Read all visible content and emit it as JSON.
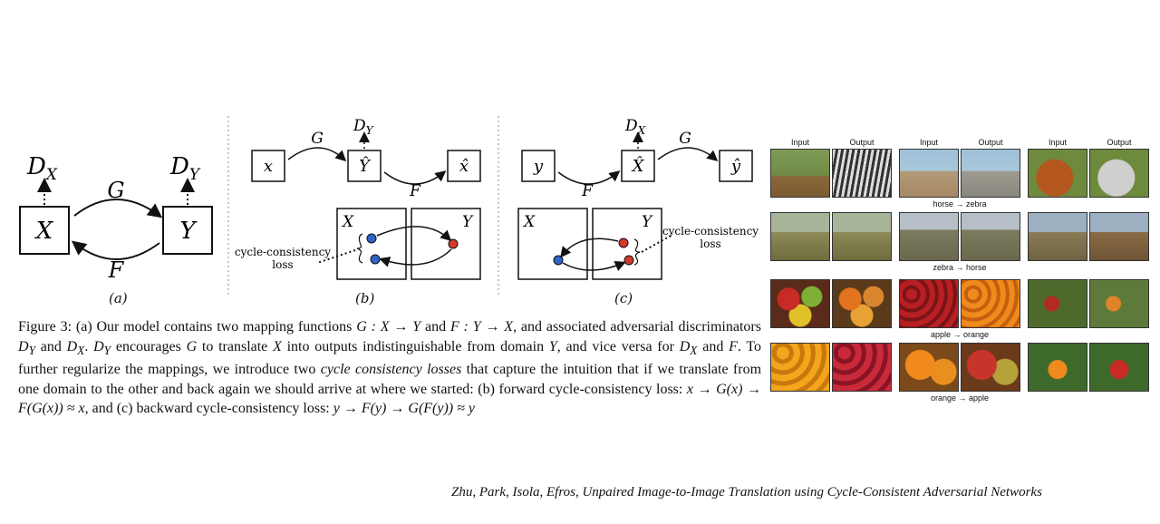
{
  "diagram": {
    "panel_a": {
      "label": "(a)",
      "node_x": "X",
      "node_y": "Y",
      "edge_g": "G",
      "edge_f": "F",
      "disc_x": "D",
      "disc_x_sub": "X",
      "disc_y": "D",
      "disc_y_sub": "Y"
    },
    "panel_b": {
      "label": "(b)",
      "node_x": "x",
      "node_yhat": "Ŷ",
      "node_xhat": "x̂",
      "edge_g": "G",
      "edge_f": "F",
      "disc": "D",
      "disc_sub": "Y",
      "box_x": "X",
      "box_y": "Y",
      "loss": "cycle-consistency",
      "loss2": "loss"
    },
    "panel_c": {
      "label": "(c)",
      "node_y": "y",
      "node_xhat": "X̂",
      "node_yhat": "ŷ",
      "edge_g": "G",
      "edge_f": "F",
      "disc": "D",
      "disc_sub": "X",
      "box_x": "X",
      "box_y": "Y",
      "loss": "cycle-consistency",
      "loss2": "loss"
    }
  },
  "caption": {
    "t1": "Figure 3: (a) Our model contains two mapping functions ",
    "m1": "G : X → Y",
    "t2": " and ",
    "m2": "F : Y → X",
    "t3": ", and associated adversarial discriminators ",
    "m3": "D",
    "m3s": "Y",
    "t4": " and ",
    "m4": "D",
    "m4s": "X",
    "t5": ". ",
    "m5": "D",
    "m5s": "Y",
    "t6": " encourages ",
    "m6": "G",
    "t7": " to translate ",
    "m7": "X",
    "t8": " into outputs indistinguishable from domain ",
    "m8": "Y",
    "t9": ", and vice versa for ",
    "m9": "D",
    "m9s": "X",
    "t10": " and ",
    "m10": "F",
    "t11": ". To further regularize the mappings, we introduce two ",
    "em": "cycle consistency losses",
    "t12": " that capture the intuition that if we translate from one domain to the other and back again we should arrive at where we started: (b) forward cycle-consistency loss: ",
    "m11": "x → G(x) → F(G(x)) ≈ x",
    "t13": ", and (c) backward cycle-consistency loss: ",
    "m12": "y → F(y) → G(F(y)) ≈ y"
  },
  "examples": {
    "col_input": "Input",
    "col_output": "Output",
    "labels": [
      "horse → zebra",
      "zebra → horse",
      "apple → orange",
      "orange → apple"
    ]
  },
  "citation": "Zhu, Park, Isola, Efros, Unpaired Image-to-Image Translation using Cycle-Consistent Adversarial Networks",
  "colors": {
    "red_dot": "#d33a2c",
    "blue_dot": "#2f63c9"
  }
}
